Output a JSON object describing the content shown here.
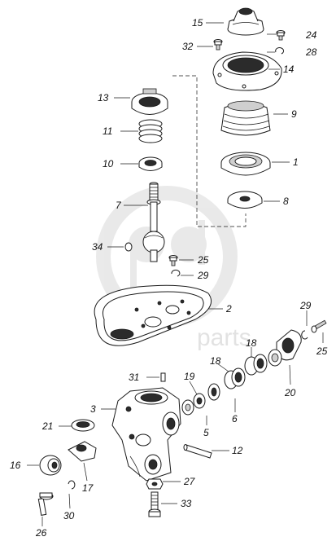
{
  "diagram": {
    "callouts": [
      "15",
      "24",
      "32",
      "28",
      "14",
      "13",
      "9",
      "11",
      "10",
      "1",
      "8",
      "7",
      "34",
      "25",
      "29",
      "2",
      "29",
      "25",
      "18",
      "18",
      "19",
      "20",
      "31",
      "3",
      "6",
      "5",
      "21",
      "12",
      "16",
      "17",
      "27",
      "30",
      "33",
      "26"
    ]
  },
  "watermark": {
    "text": "parts"
  }
}
